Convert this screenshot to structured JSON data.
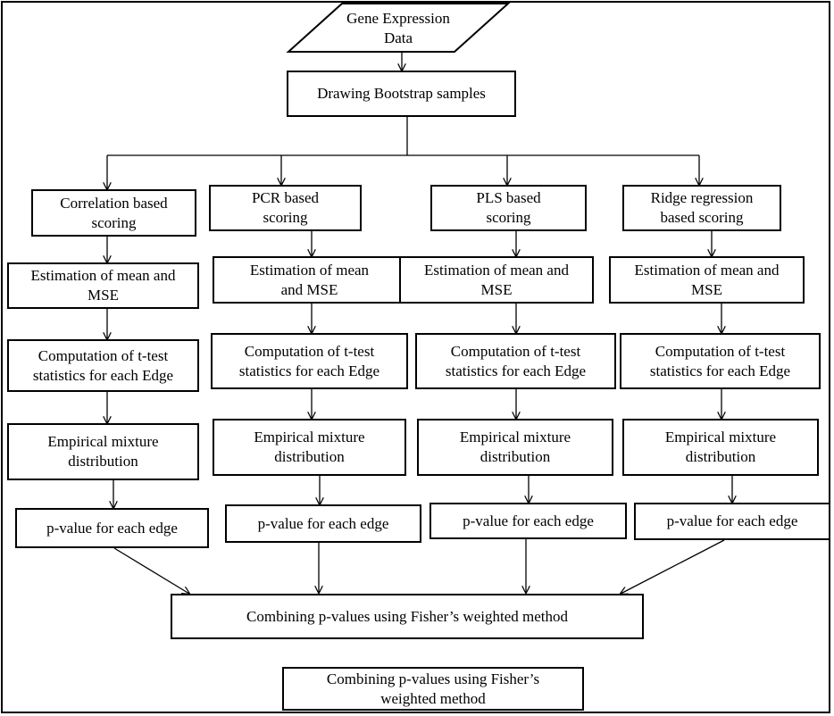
{
  "flowchart": {
    "input": "Gene Expression\nData",
    "bootstrap": "Drawing Bootstrap samples",
    "methods": [
      {
        "scoring": "Correlation based\nscoring",
        "estimation": "Estimation of mean and\nMSE",
        "ttest": "Computation of t-test\nstatistics for each Edge",
        "mixture": "Empirical mixture\ndistribution",
        "pvalue": "p-value for each edge"
      },
      {
        "scoring": "PCR based\nscoring",
        "estimation": "Estimation of mean\nand MSE",
        "ttest": "Computation of t-test\nstatistics for each Edge",
        "mixture": "Empirical mixture\ndistribution",
        "pvalue": "p-value for each edge"
      },
      {
        "scoring": "PLS based\nscoring",
        "estimation": "Estimation of mean and\nMSE",
        "ttest": "Computation of t-test\nstatistics for each Edge",
        "mixture": "Empirical mixture\ndistribution",
        "pvalue": "p-value for each edge"
      },
      {
        "scoring": "Ridge regression\nbased scoring",
        "estimation": "Estimation of mean and\nMSE",
        "ttest": "Computation of t-test\nstatistics for each Edge",
        "mixture": "Empirical mixture\ndistribution",
        "pvalue": "p-value for each edge"
      }
    ],
    "combine": "Combining p-values using Fisher’s weighted method",
    "combine_repeat": "Combining p-values using Fisher’s\nweighted method"
  }
}
